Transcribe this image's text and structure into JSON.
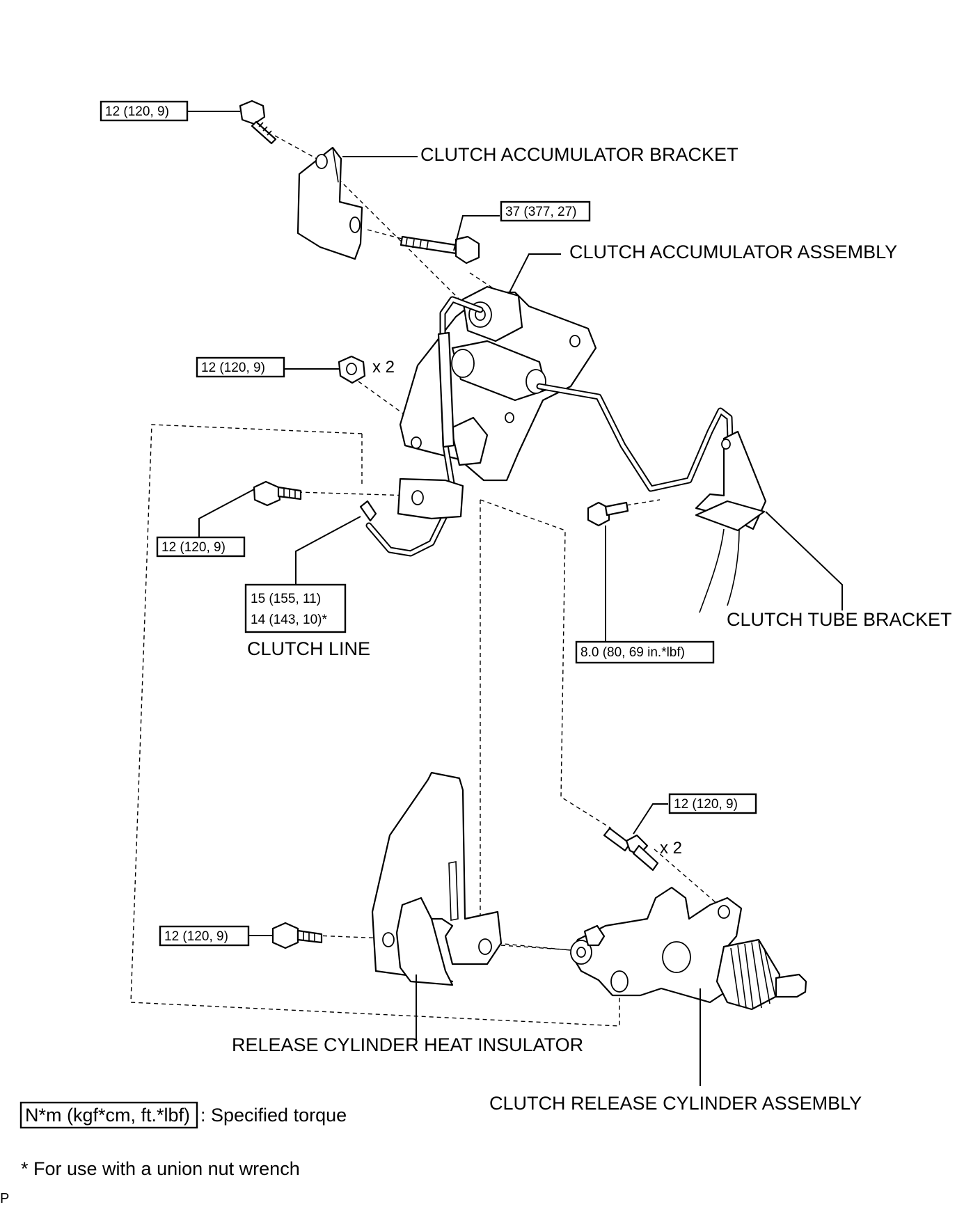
{
  "labels": {
    "accumulator_bracket": "CLUTCH ACCUMULATOR BRACKET",
    "accumulator_assembly": "CLUTCH ACCUMULATOR ASSEMBLY",
    "tube_bracket": "CLUTCH TUBE BRACKET",
    "clutch_line": "CLUTCH LINE",
    "heat_insulator": "RELEASE CYLINDER HEAT INSULATOR",
    "release_cylinder": "CLUTCH RELEASE CYLINDER ASSEMBLY"
  },
  "torques": {
    "bracket_bolt": "12 (120, 9)",
    "accumulator_bolt": "37 (377, 27)",
    "accumulator_nut": "12 (120, 9)",
    "line_bracket_bolt": "12 (120, 9)",
    "clutch_line_a": "15 (155, 11)",
    "clutch_line_b": "14 (143, 10)*",
    "tube_bracket_bolt": "8.0 (80, 69 in.*lbf)",
    "cylinder_stud": "12 (120, 9)",
    "insulator_bolt": "12 (120, 9)"
  },
  "quantities": {
    "nut_qty": "x 2",
    "stud_qty": "x 2"
  },
  "legend": {
    "unit_box": "N*m (kgf*cm, ft.*lbf)",
    "unit_text": ": Specified torque",
    "footnote": "* For use with a union nut wrench"
  },
  "corner_mark": "P"
}
